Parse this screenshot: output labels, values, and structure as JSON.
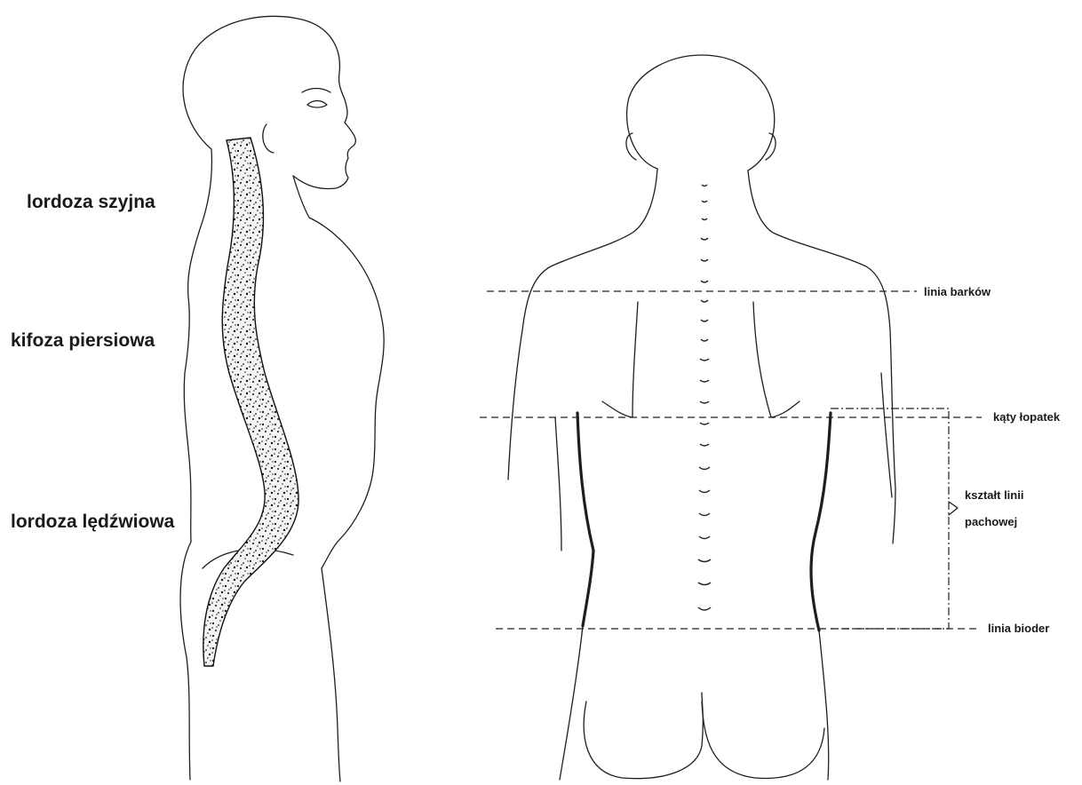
{
  "side_view": {
    "labels": {
      "cervical": "lordoza szyjna",
      "thoracic": "kifoza piersiowa",
      "lumbar": "lordoza lędźwiowa"
    }
  },
  "back_view": {
    "labels": {
      "shoulder_line": "linia barków",
      "scapula_angles": "kąty łopatek",
      "axillary_shape_line1": "kształt linii",
      "axillary_shape_line2": "pachowej",
      "hip_line": "linia bioder"
    }
  }
}
